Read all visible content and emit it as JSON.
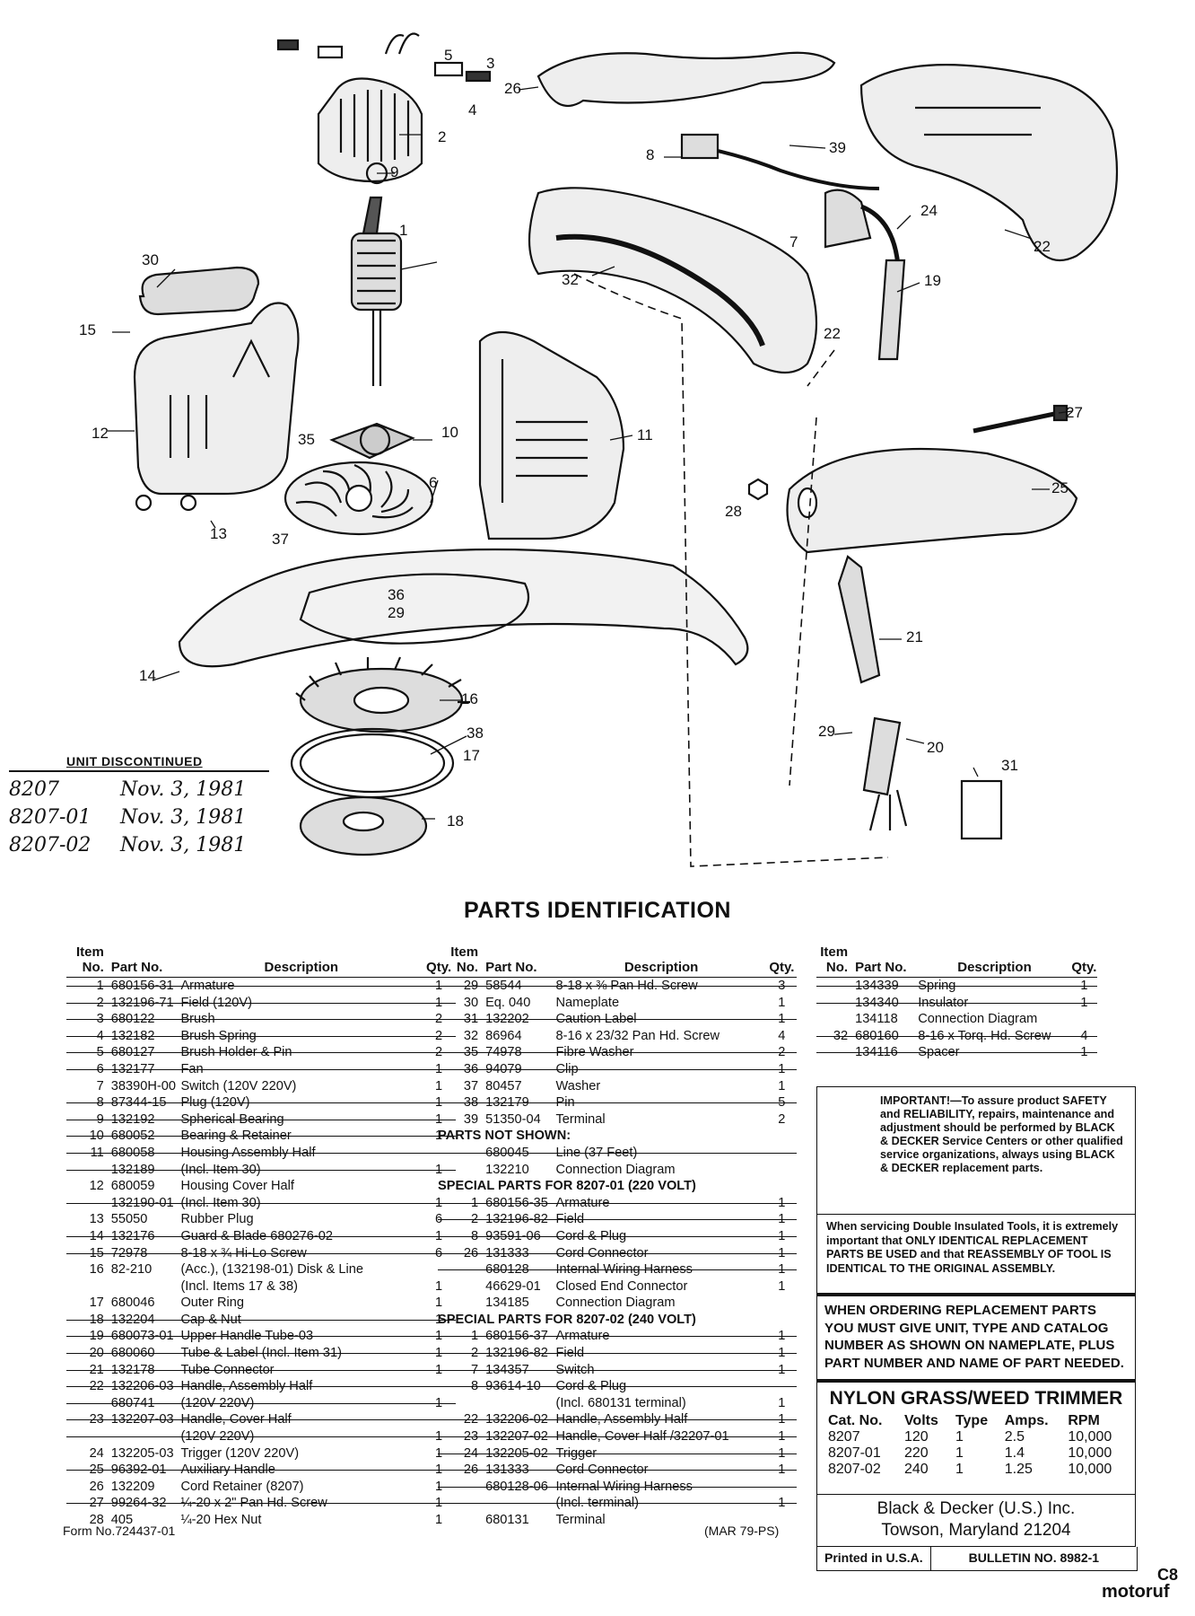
{
  "diagram": {
    "callouts": [
      "1",
      "2",
      "3",
      "4",
      "5",
      "6",
      "7",
      "8",
      "9",
      "10",
      "11",
      "12",
      "13",
      "14",
      "15",
      "16",
      "17",
      "18",
      "19",
      "20",
      "21",
      "22",
      "22",
      "24",
      "25",
      "26",
      "27",
      "28",
      "29",
      "29",
      "30",
      "31",
      "32",
      "35",
      "36",
      "37",
      "38",
      "39"
    ]
  },
  "discontinued": {
    "heading": "UNIT DISCONTINUED",
    "rows": [
      {
        "cat": "8207",
        "date": "Nov. 3, 1981"
      },
      {
        "cat": "8207-01",
        "date": "Nov. 3, 1981"
      },
      {
        "cat": "8207-02",
        "date": "Nov. 3, 1981"
      }
    ]
  },
  "title": "PARTS IDENTIFICATION",
  "headers": {
    "item": "Item No.",
    "part": "Part No.",
    "desc": "Description",
    "qty": "Qty."
  },
  "table1": [
    {
      "item": "1",
      "part": "680156-31",
      "desc": "Armature",
      "qty": "1",
      "strike": true
    },
    {
      "item": "2",
      "part": "132196-71",
      "desc": "Field (120V)",
      "qty": "1",
      "strike": true
    },
    {
      "item": "3",
      "part": "680122",
      "desc": "Brush",
      "qty": "2",
      "strike": true
    },
    {
      "item": "4",
      "part": "132182",
      "desc": "Brush Spring",
      "qty": "2",
      "strike": true
    },
    {
      "item": "5",
      "part": "680127",
      "desc": "Brush Holder & Pin",
      "qty": "2",
      "strike": true
    },
    {
      "item": "6",
      "part": "132177",
      "desc": "Fan",
      "qty": "1",
      "strike": true
    },
    {
      "item": "7",
      "part": "38390H-00",
      "desc": "Switch (120V 220V)",
      "qty": "1",
      "strike": false
    },
    {
      "item": "8",
      "part": "87344-15",
      "desc": "Plug (120V)",
      "qty": "1",
      "strike": true
    },
    {
      "item": "9",
      "part": "132192",
      "desc": "Spherical Bearing",
      "qty": "1",
      "strike": true
    },
    {
      "item": "10",
      "part": "680052",
      "desc": "Bearing & Retainer",
      "qty": "1",
      "strike": true
    },
    {
      "item": "11",
      "part": "680058",
      "desc": "Housing Assembly Half",
      "qty": "",
      "strike": true
    },
    {
      "item": "",
      "part": "132189",
      "desc": "(Incl. Item 30)",
      "qty": "1",
      "strike": true
    },
    {
      "item": "12",
      "part": "680059",
      "desc": "Housing Cover Half",
      "qty": "",
      "strike": false
    },
    {
      "item": "",
      "part": "132190-01",
      "desc": "(Incl. Item 30)",
      "qty": "1",
      "strike": true
    },
    {
      "item": "13",
      "part": "55050",
      "desc": "Rubber Plug",
      "qty": "6",
      "strike": false
    },
    {
      "item": "14",
      "part": "132176",
      "desc": "Guard & Blade 680276-02",
      "qty": "1",
      "strike": true
    },
    {
      "item": "15",
      "part": "72978",
      "desc": "8-18 x ¾ Hi-Lo Screw",
      "qty": "6",
      "strike": true
    },
    {
      "item": "16",
      "part": "82-210",
      "desc": "(Acc.), (132198-01) Disk & Line",
      "qty": "",
      "strike": false
    },
    {
      "item": "",
      "part": "",
      "desc": "(Incl. Items 17 & 38)",
      "qty": "1",
      "strike": false
    },
    {
      "item": "17",
      "part": "680046",
      "desc": "Outer Ring",
      "qty": "1",
      "strike": false
    },
    {
      "item": "18",
      "part": "132204",
      "desc": "Cap & Nut",
      "qty": "1",
      "strike": true
    },
    {
      "item": "19",
      "part": "680073-01",
      "desc": "Upper Handle Tube-03",
      "qty": "1",
      "strike": true
    },
    {
      "item": "20",
      "part": "680060",
      "desc": "Tube & Label (Incl. Item 31)",
      "qty": "1",
      "strike": true
    },
    {
      "item": "21",
      "part": "132178",
      "desc": "Tube Connector",
      "qty": "1",
      "strike": true
    },
    {
      "item": "22",
      "part": "132206-03",
      "desc": "Handle, Assembly Half",
      "qty": "",
      "strike": true
    },
    {
      "item": "",
      "part": "680741",
      "desc": "(120V 220V)",
      "qty": "1",
      "strike": true
    },
    {
      "item": "23",
      "part": "132207-03",
      "desc": "Handle, Cover Half",
      "qty": "",
      "strike": true
    },
    {
      "item": "",
      "part": "",
      "desc": "(120V 220V)",
      "qty": "1",
      "strike": true
    },
    {
      "item": "24",
      "part": "132205-03",
      "desc": "Trigger (120V 220V)",
      "qty": "1",
      "strike": false
    },
    {
      "item": "25",
      "part": "96392-01",
      "desc": "Auxiliary Handle",
      "qty": "1",
      "strike": true
    },
    {
      "item": "26",
      "part": "132209",
      "desc": "Cord Retainer (8207)",
      "qty": "1",
      "strike": false
    },
    {
      "item": "27",
      "part": "99264-32",
      "desc": "¼-20 x 2\" Pan Hd. Screw",
      "qty": "1",
      "strike": true
    },
    {
      "item": "28",
      "part": "405",
      "desc": "¼-20 Hex Nut",
      "qty": "1",
      "strike": false
    }
  ],
  "table2": [
    {
      "item": "29",
      "part": "58544",
      "desc": "8-18 x ⅜ Pan Hd. Screw",
      "qty": "3",
      "strike": true
    },
    {
      "item": "30",
      "part": "Eq. 040",
      "desc": "Nameplate",
      "qty": "1",
      "strike": false
    },
    {
      "item": "31",
      "part": "132202",
      "desc": "Caution Label",
      "qty": "1",
      "strike": true
    },
    {
      "item": "32",
      "part": "86964",
      "desc": "8-16 x 23/32 Pan Hd. Screw",
      "qty": "4",
      "strike": false
    },
    {
      "item": "35",
      "part": "74978",
      "desc": "Fibre Washer",
      "qty": "2",
      "strike": true
    },
    {
      "item": "36",
      "part": "94079",
      "desc": "Clip",
      "qty": "1",
      "strike": true
    },
    {
      "item": "37",
      "part": "80457",
      "desc": "Washer",
      "qty": "1",
      "strike": false
    },
    {
      "item": "38",
      "part": "132179",
      "desc": "Pin",
      "qty": "5",
      "strike": true
    },
    {
      "item": "39",
      "part": "51350-04",
      "desc": "Terminal",
      "qty": "2",
      "strike": false
    },
    {
      "section": "PARTS NOT SHOWN:"
    },
    {
      "item": "",
      "part": "680045",
      "desc": "Line (37 Feet)",
      "qty": "",
      "strike": true
    },
    {
      "item": "",
      "part": "132210",
      "desc": "Connection Diagram",
      "qty": "",
      "strike": false
    },
    {
      "section": "SPECIAL PARTS FOR 8207-01 (220 VOLT)"
    },
    {
      "item": "1",
      "part": "680156-35",
      "desc": "Armature",
      "qty": "1",
      "strike": true
    },
    {
      "item": "2",
      "part": "132196-82",
      "desc": "Field",
      "qty": "1",
      "strike": true
    },
    {
      "item": "8",
      "part": "93591-06",
      "desc": "Cord & Plug",
      "qty": "1",
      "strike": true
    },
    {
      "item": "26",
      "part": "131333",
      "desc": "Cord Connector",
      "qty": "1",
      "strike": true
    },
    {
      "item": "",
      "part": "680128",
      "desc": "Internal Wiring Harness",
      "qty": "1",
      "strike": true
    },
    {
      "item": "",
      "part": "46629-01",
      "desc": "Closed End Connector",
      "qty": "1",
      "strike": false
    },
    {
      "item": "",
      "part": "134185",
      "desc": "Connection Diagram",
      "qty": "",
      "strike": false
    },
    {
      "section": "SPECIAL PARTS FOR 8207-02 (240 VOLT)"
    },
    {
      "item": "1",
      "part": "680156-37",
      "desc": "Armature",
      "qty": "1",
      "strike": true
    },
    {
      "item": "2",
      "part": "132196-82",
      "desc": "Field",
      "qty": "1",
      "strike": true
    },
    {
      "item": "7",
      "part": "134357",
      "desc": "Switch",
      "qty": "1",
      "strike": true
    },
    {
      "item": "8",
      "part": "93614-10",
      "desc": "Cord & Plug",
      "qty": "",
      "strike": true
    },
    {
      "item": "",
      "part": "",
      "desc": "(Incl. 680131 terminal)",
      "qty": "1",
      "strike": false
    },
    {
      "item": "22",
      "part": "132206-02",
      "desc": "Handle, Assembly Half",
      "qty": "1",
      "strike": true
    },
    {
      "item": "23",
      "part": "132207-02",
      "desc": "Handle, Cover Half /32207-01",
      "qty": "1",
      "strike": true
    },
    {
      "item": "24",
      "part": "132205-02",
      "desc": "Trigger",
      "qty": "1",
      "strike": true
    },
    {
      "item": "26",
      "part": "131333",
      "desc": "Cord Connector",
      "qty": "1",
      "strike": true
    },
    {
      "item": "",
      "part": "680128-06",
      "desc": "Internal Wiring Harness",
      "qty": "",
      "strike": true
    },
    {
      "item": "",
      "part": "",
      "desc": "(Incl. terminal)",
      "qty": "1",
      "strike": true
    },
    {
      "item": "",
      "part": "680131",
      "desc": "Terminal",
      "qty": "",
      "strike": false
    }
  ],
  "table3": [
    {
      "item": "",
      "part": "134339",
      "desc": "Spring",
      "qty": "1",
      "strike": true
    },
    {
      "item": "",
      "part": "134340",
      "desc": "Insulator",
      "qty": "1",
      "strike": true
    },
    {
      "item": "",
      "part": "134118",
      "desc": "Connection Diagram",
      "qty": "",
      "strike": false
    },
    {
      "item": "32",
      "part": "680160",
      "desc": "8-16 x Torq. Hd. Screw",
      "qty": "4",
      "strike": true
    },
    {
      "item": "",
      "part": "134116",
      "desc": "Spacer",
      "qty": "1",
      "strike": true
    }
  ],
  "important": "IMPORTANT!—To assure product SAFETY and RELIABILITY, repairs, maintenance and adjustment should be performed by BLACK & DECKER Service Centers or other qualified service organizations, always using BLACK & DECKER replacement parts.",
  "servicing": "When servicing Double Insulated Tools, it is extremely important that ONLY IDENTICAL REPLACEMENT PARTS BE USED and that REASSEMBLY OF TOOL IS IDENTICAL TO THE ORIGINAL ASSEMBLY.",
  "ordering": "WHEN ORDERING REPLACEMENT PARTS YOU MUST GIVE UNIT, TYPE AND CATALOG NUMBER AS SHOWN ON NAMEPLATE, PLUS PART NUMBER AND NAME OF PART NEEDED.",
  "catalog": {
    "title": "NYLON GRASS/WEED TRIMMER",
    "headers": [
      "Cat. No.",
      "Volts",
      "Type",
      "Amps.",
      "RPM"
    ],
    "rows": [
      [
        "8207",
        "120",
        "1",
        "2.5",
        "10,000"
      ],
      [
        "8207-01",
        "220",
        "1",
        "1.4",
        "10,000"
      ],
      [
        "8207-02",
        "240",
        "1",
        "1.25",
        "10,000"
      ]
    ]
  },
  "company": {
    "name": "Black & Decker (U.S.) Inc.",
    "address": "Towson, Maryland 21204"
  },
  "printed": "Printed in U.S.A.",
  "bulletin": "BULLETIN NO. 8982-1",
  "form": "Form No.724437-01",
  "mar": "(MAR 79-PS)",
  "logo": "motoruf",
  "page_code": "C8"
}
